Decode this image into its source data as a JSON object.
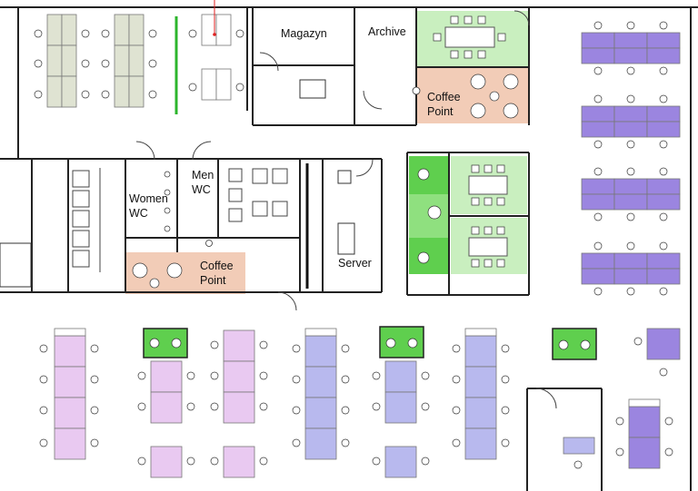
{
  "rooms": {
    "magazyn": "Magazyn",
    "archive": "Archive",
    "women_wc": [
      "Women",
      "WC"
    ],
    "men_wc": [
      "Men",
      "WC"
    ],
    "server": "Server",
    "coffee_point_top": [
      "Coffee",
      "Point"
    ],
    "coffee_point_bottom": [
      "Coffee",
      "Point"
    ]
  },
  "colors": {
    "wall": "#222222",
    "desk_grey": "#dfe3d2",
    "desk_white": "#ffffff",
    "desk_violet": "#9b85e0",
    "desk_pink": "#e9c9f1",
    "desk_blue": "#b8b9ee",
    "meeting_green": "#c9efbf",
    "phone_booth_green": "#5fcf4e",
    "coffee": "#f2ccb7",
    "partition_green": "#2cb52c",
    "marker_red": "#e02020"
  }
}
